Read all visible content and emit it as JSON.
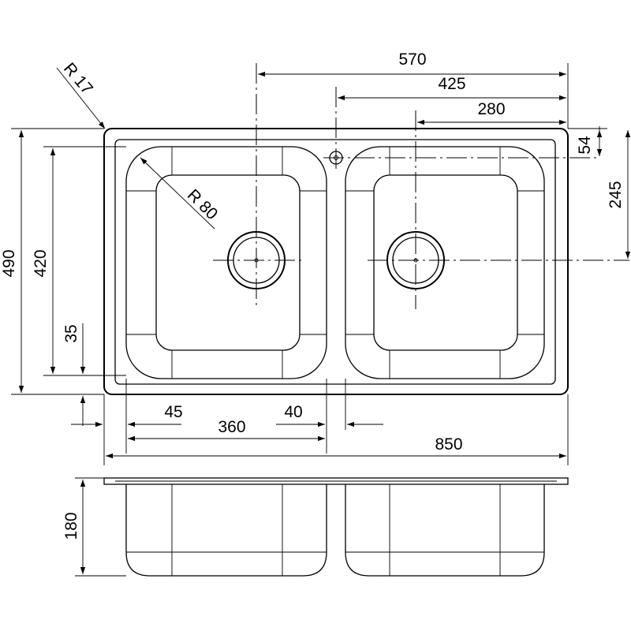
{
  "dimensions": {
    "overall_width": "850",
    "dim_570": "570",
    "dim_425": "425",
    "dim_280": "280",
    "dim_54": "54",
    "dim_245": "245",
    "overall_depth": "490",
    "bowl_depth": "420",
    "dim_35": "35",
    "dim_45": "45",
    "bowl_width": "360",
    "dim_40": "40",
    "bowl_height": "180",
    "corner_radius_outer": "R 17",
    "corner_radius_bowl": "R 80"
  }
}
